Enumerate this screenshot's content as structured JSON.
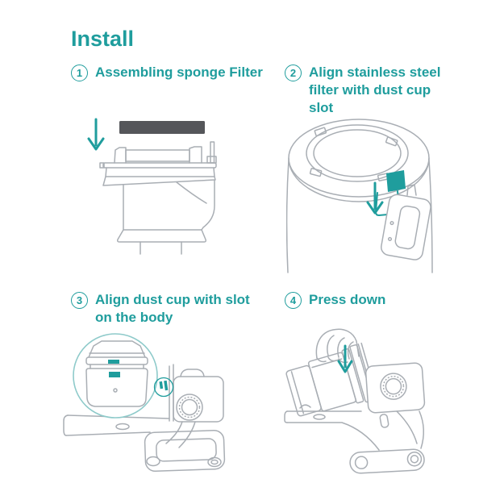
{
  "page_title": "Install",
  "colors": {
    "accent_teal": "#1f9d9d",
    "light_teal": "#8ecaca",
    "line_gray": "#a9aeb4",
    "sponge_gray": "#55565a",
    "background": "#ffffff"
  },
  "steps": [
    {
      "number": "1",
      "label": "Assembling sponge Filter",
      "illustration": "sponge-filter-into-lid"
    },
    {
      "number": "2",
      "label": "Align stainless steel filter with dust cup slot",
      "illustration": "dust-cup-top-with-slot-marker"
    },
    {
      "number": "3",
      "label": "Align dust cup with slot on the body",
      "illustration": "dust-cup-alignment-magnifier"
    },
    {
      "number": "4",
      "label": "Press down",
      "illustration": "hand-pressing-dust-cup"
    }
  ]
}
